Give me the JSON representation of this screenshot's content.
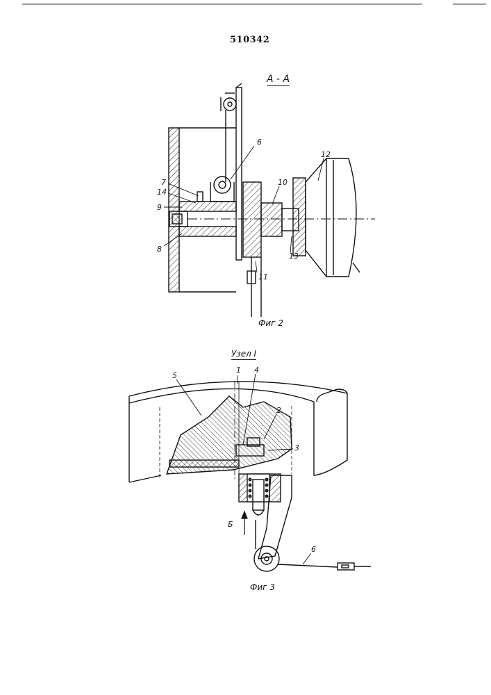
{
  "document": {
    "number": "510342",
    "section_label": "А - А",
    "node_label": "Узел I"
  },
  "figure2": {
    "caption": "Фиг 2",
    "labels": {
      "l6": "6",
      "l7": "7",
      "l14": "14",
      "l9": "9",
      "l8": "8",
      "l10": "10",
      "l12": "12",
      "l13": "13",
      "l11": "11"
    }
  },
  "figure3": {
    "caption": "Фиг 3",
    "labels": {
      "l1": "1",
      "l2": "2",
      "l3": "3",
      "l4": "4",
      "l5": "5",
      "l6": "6",
      "arrow": "Б"
    }
  }
}
